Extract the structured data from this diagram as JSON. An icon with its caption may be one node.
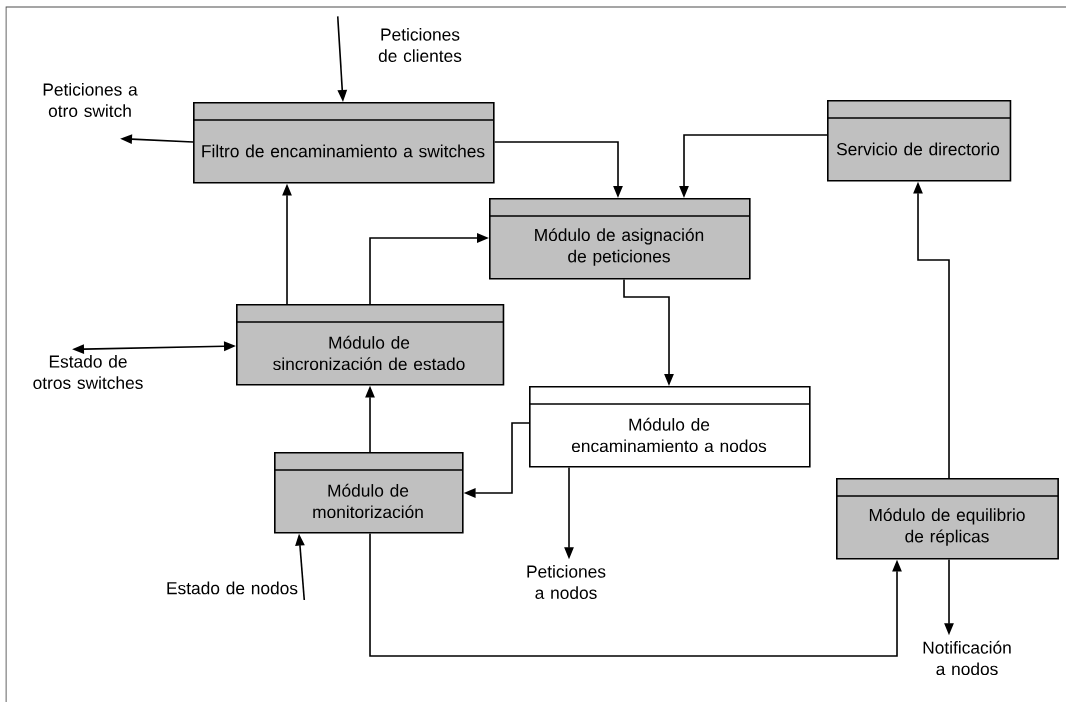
{
  "diagram": {
    "nodes": [
      {
        "text": [
          "Peticiones de clientes"
        ]
      },
      {
        "text": [
          "Peticiones a otro switch"
        ]
      },
      {
        "text": [
          "Filtro de encaminamiento a switches"
        ]
      },
      {
        "text": [
          "Servicio de directorio"
        ]
      },
      {
        "text": [
          "Módulo de asignación de peticiones"
        ]
      },
      {
        "text": [
          "Módulo de sincronización de estado"
        ]
      },
      {
        "text": [
          "Estado de otros switches"
        ]
      },
      {
        "text": [
          "Módulo de encaminamiento a nodos"
        ]
      },
      {
        "text": [
          "Módulo de monitorización"
        ]
      },
      {
        "text": [
          "Módulo de equilibrio de réplicas"
        ]
      },
      {
        "text": [
          "Estado de nodos"
        ]
      },
      {
        "text": [
          "Peticiones a nodos"
        ]
      },
      {
        "text": [
          "Notificación a nodos"
        ]
      }
    ],
    "edges": [
      {
        "from": 0,
        "to": 2,
        "arrow": "to"
      },
      {
        "from": 2,
        "to": 1,
        "arrow": "to"
      },
      {
        "from": 2,
        "to": 4,
        "arrow": "to"
      },
      {
        "from": 3,
        "to": 4,
        "arrow": "to"
      },
      {
        "from": 5,
        "to": 2,
        "arrow": "to"
      },
      {
        "from": 5,
        "to": 4,
        "arrow": "to"
      },
      {
        "from": 6,
        "to": 5,
        "arrow": "both"
      },
      {
        "from": 4,
        "to": 7,
        "arrow": "to"
      },
      {
        "from": 7,
        "to": 8,
        "arrow": "to"
      },
      {
        "from": 8,
        "to": 5,
        "arrow": "to"
      },
      {
        "from": 10,
        "to": 8,
        "arrow": "to"
      },
      {
        "from": 7,
        "to": 11,
        "arrow": "to"
      },
      {
        "from": 8,
        "to": 9,
        "arrow": "to"
      },
      {
        "from": 9,
        "to": 3,
        "arrow": "to"
      },
      {
        "from": 9,
        "to": 12,
        "arrow": "to"
      }
    ]
  }
}
